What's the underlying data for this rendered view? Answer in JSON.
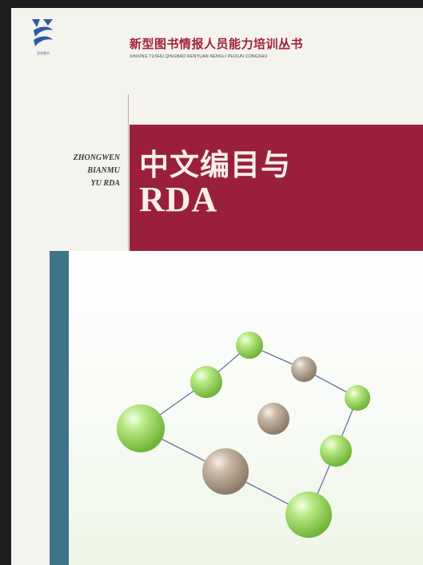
{
  "publisher": {
    "logo_text": "北京图书"
  },
  "series": {
    "title_cn": "新型图书情报人员能力培训丛书",
    "title_pinyin": "XINXING TUSHU QINGBAO RENYUAN NENGLI PEIXUN CONGSHU"
  },
  "book": {
    "title_pinyin_lines": [
      "ZHONGWEN",
      "BIANMU",
      "YU RDA"
    ],
    "title_cn": "中文编目与",
    "title_en": "RDA"
  },
  "colors": {
    "red_panel": "#9a1f3d",
    "teal_bar": "#3e7488",
    "green_sphere": "#8fd04e",
    "gray_sphere": "#a69684",
    "link_line": "#6b6fa3"
  },
  "icons": {
    "logo": "publisher-logo-icon"
  }
}
